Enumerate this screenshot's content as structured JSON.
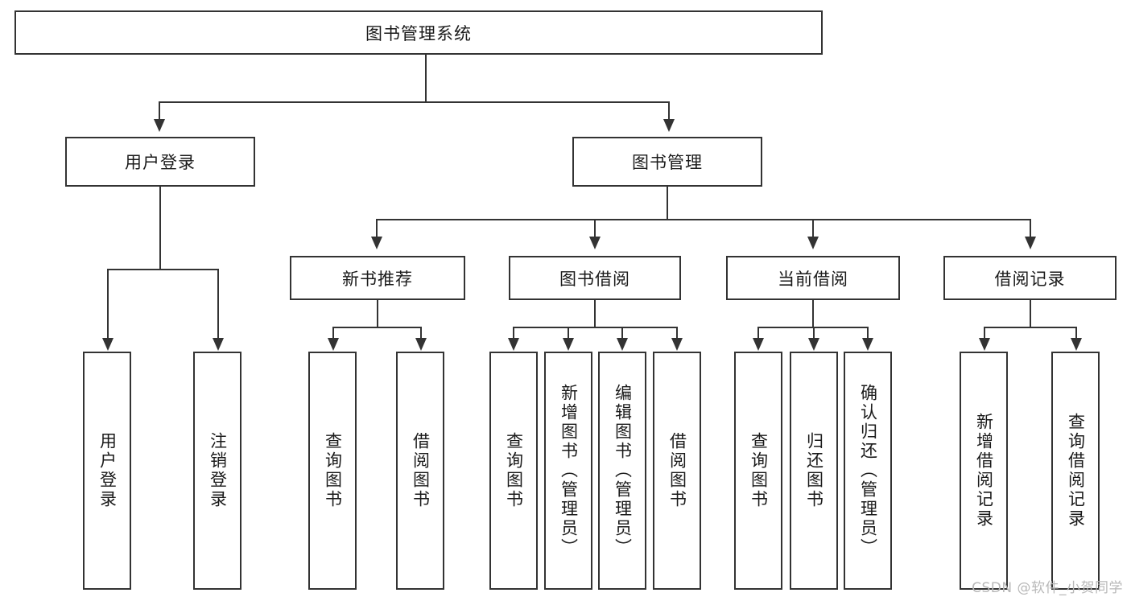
{
  "diagram": {
    "title": "图书管理系统",
    "type": "hierarchy-tree",
    "root": {
      "label": "图书管理系统",
      "name": "node-root-library-management-system"
    },
    "level2": [
      {
        "label": "用户登录",
        "name": "node-user-login"
      },
      {
        "label": "图书管理",
        "name": "node-book-management"
      }
    ],
    "level3": [
      {
        "label": "新书推荐",
        "name": "node-new-book-recommendation"
      },
      {
        "label": "图书借阅",
        "name": "node-book-borrowing"
      },
      {
        "label": "当前借阅",
        "name": "node-current-borrowing"
      },
      {
        "label": "借阅记录",
        "name": "node-borrowing-record"
      }
    ],
    "leaves": {
      "user_login": [
        {
          "label": "用户登录",
          "name": "leaf-user-login"
        },
        {
          "label": "注销登录",
          "name": "leaf-logout"
        }
      ],
      "new_book_recommendation": [
        {
          "label": "查询图书",
          "name": "leaf-query-book-1"
        },
        {
          "label": "借阅图书",
          "name": "leaf-borrow-book-1"
        }
      ],
      "book_borrowing": [
        {
          "label": "查询图书",
          "name": "leaf-query-book-2"
        },
        {
          "label": "新增图书（管理员）",
          "name": "leaf-add-book-admin"
        },
        {
          "label": "编辑图书（管理员）",
          "name": "leaf-edit-book-admin"
        },
        {
          "label": "借阅图书",
          "name": "leaf-borrow-book-2"
        }
      ],
      "current_borrowing": [
        {
          "label": "查询图书",
          "name": "leaf-query-book-3"
        },
        {
          "label": "归还图书",
          "name": "leaf-return-book"
        },
        {
          "label": "确认归还（管理员）",
          "name": "leaf-confirm-return-admin"
        }
      ],
      "borrowing_record": [
        {
          "label": "新增借阅记录",
          "name": "leaf-add-borrow-record"
        },
        {
          "label": "查询借阅记录",
          "name": "leaf-query-borrow-record"
        }
      ]
    }
  },
  "watermark": {
    "text": "CSDN @软件_小贺同学"
  },
  "colors": {
    "stroke": "#333333",
    "fill": "#ffffff",
    "text": "#1a1a1a",
    "watermark": "#b8b8b8"
  }
}
